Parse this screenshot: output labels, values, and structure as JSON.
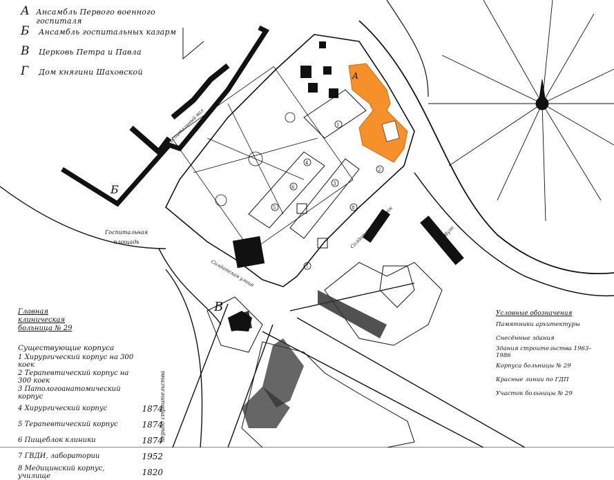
{
  "legend_top": [
    {
      "key": "А",
      "text": "Ансамбль Первого военного госпиталя"
    },
    {
      "key": "Б",
      "text": "Ансамбль госпитальных казарм"
    },
    {
      "key": "В",
      "text": "Церковь Петра и Павла"
    },
    {
      "key": "Г",
      "text": "Дом княгини Шаховской"
    }
  ],
  "street_labels": {
    "hospital_val": "Госпитальный вал",
    "hospital_square": "Госпитальная площадь",
    "soldatskaya": "Солдатская улица",
    "soldatsky_pereulok": "Солдатский переулок",
    "yauza": "р. Яуза"
  },
  "legend_bottom_left": {
    "title": "Главная клиническая больница № 29",
    "subtitle": "Существующие корпуса",
    "items": [
      {
        "num": "1",
        "text": "Хирургический корпус на 300 коек",
        "year": ""
      },
      {
        "num": "2",
        "text": "Терапевтический корпус на 300 коек",
        "year": ""
      },
      {
        "num": "3",
        "text": "Патологоанатомический корпус",
        "year": ""
      },
      {
        "num": "4",
        "text": "Хирургический корпус",
        "year": "1874"
      },
      {
        "num": "5",
        "text": "Терапевтический корпус",
        "year": "1874"
      },
      {
        "num": "6",
        "text": "Пищеблок клиники",
        "year": "1874"
      },
      {
        "num": "7",
        "text": "ГВДИ, лаборатории",
        "year": "1952"
      },
      {
        "num": "8",
        "text": "Медицинский корпус, училище",
        "year": "1820"
      }
    ]
  },
  "legend_bottom_right": {
    "title": "Условные обозначения",
    "rows": [
      "Памятники архитектуры",
      "Снесённые здания",
      "Здания строительства 1963–1986",
      "Корпуса больницы № 29",
      "Красные линии по ГДП",
      "Участок больницы № 29"
    ]
  },
  "side_note": "период строительства",
  "colors": {
    "highlight": "#f5902a",
    "ink": "#111111"
  }
}
